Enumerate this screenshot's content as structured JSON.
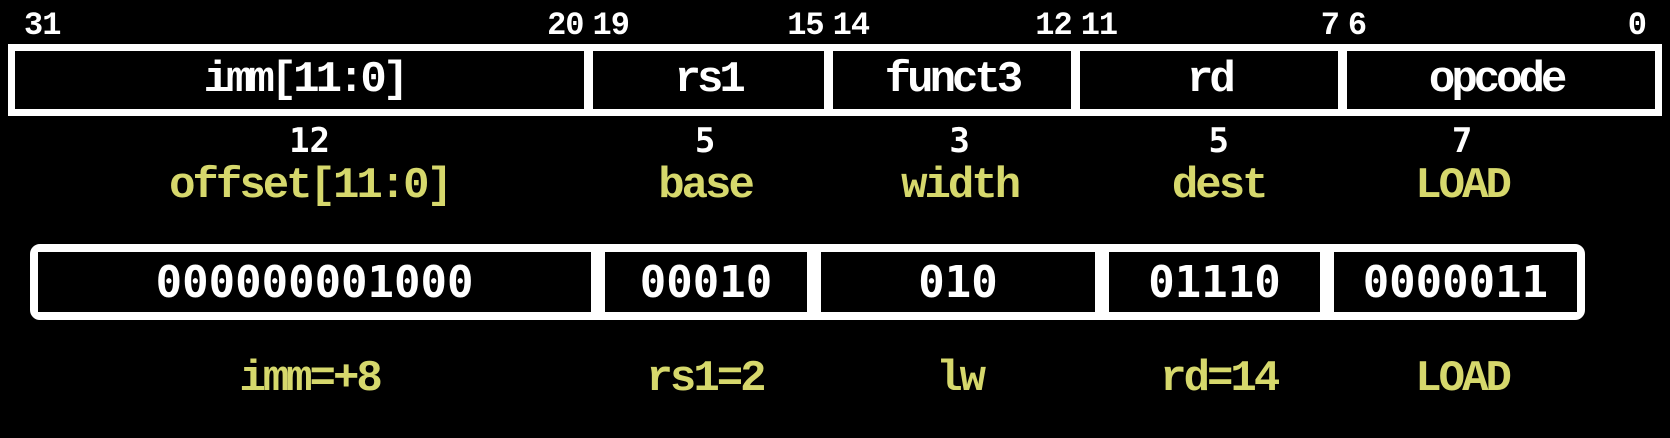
{
  "colors": {
    "background": "#000000",
    "box_text": "#ffffff",
    "annotation": "#d6d86c"
  },
  "fields": [
    {
      "name": "imm[11:0]",
      "bit_high": "31",
      "bit_low": "20",
      "width_bits": "12",
      "meaning": "offset[11:0]",
      "binary": "000000001000",
      "decoded": "imm=+8"
    },
    {
      "name": "rs1",
      "bit_high": "19",
      "bit_low": "15",
      "width_bits": "5",
      "meaning": "base",
      "binary": "00010",
      "decoded": "rs1=2"
    },
    {
      "name": "funct3",
      "bit_high": "14",
      "bit_low": "12",
      "width_bits": "3",
      "meaning": "width",
      "binary": "010",
      "decoded": "lw"
    },
    {
      "name": "rd",
      "bit_high": "11",
      "bit_low": "7",
      "width_bits": "5",
      "meaning": "dest",
      "binary": "01110",
      "decoded": "rd=14"
    },
    {
      "name": "opcode",
      "bit_high": "6",
      "bit_low": "0",
      "width_bits": "7",
      "meaning": "LOAD",
      "binary": "0000011",
      "decoded": "LOAD"
    }
  ]
}
